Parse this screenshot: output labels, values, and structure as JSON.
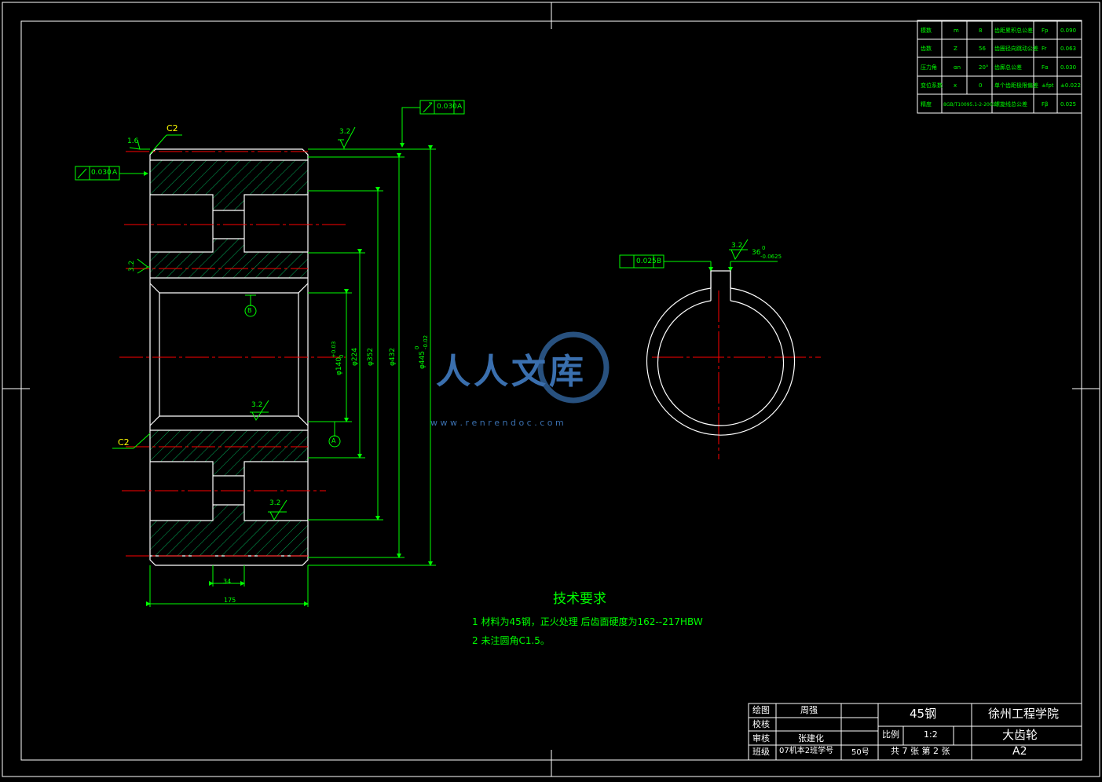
{
  "colors": {
    "background": "#000000",
    "outline": "#ffffff",
    "dimension": "#00ff00",
    "centerline": "#ff0000",
    "hatch": "#00aa55",
    "callout": "#ffff00",
    "watermark": "#4a7fb5"
  },
  "param_table": {
    "rows": [
      {
        "name": "模数",
        "sym": "m",
        "val": "8",
        "name2": "齿距累积总公差",
        "sym2": "Fp",
        "val2": "0.090"
      },
      {
        "name": "齿数",
        "sym": "Z",
        "val": "56",
        "name2": "齿圈径向跳动公差",
        "sym2": "Fr",
        "val2": "0.063"
      },
      {
        "name": "压力角",
        "sym": "αn",
        "val": "20°",
        "name2": "齿廓总公差",
        "sym2": "Fα",
        "val2": "0.030"
      },
      {
        "name": "变位系数",
        "sym": "x",
        "val": "0",
        "name2": "单个齿距极限偏差",
        "sym2": "±fpt",
        "val2": "±0.022"
      },
      {
        "name": "精度",
        "sym": "8GB/T10095.1-2-2001",
        "val": "",
        "name2": "螺旋线总公差",
        "sym2": "Fβ",
        "val2": "0.025"
      }
    ]
  },
  "labels": {
    "c2_top": "C2",
    "c2_bottom": "C2",
    "rough_16": "1.6",
    "rough_32": "3.2",
    "rough_32_side": "3.2",
    "datum_b": "B",
    "datum_a": "A",
    "tol_top_val": "0.030",
    "tol_top_ref": "A",
    "tol_left_val": "0.030",
    "tol_left_ref": "A",
    "tol_key_val": "0.025",
    "tol_key_ref": "B",
    "dim_width": "175",
    "dim_web": "34",
    "dim_d4": "φ445",
    "dim_d4_tol_up": "0",
    "dim_d4_tol_low": "-0.02",
    "dim_d3": "φ432",
    "dim_d2": "φ352",
    "dim_d1": "φ224",
    "dim_bore": "φ140",
    "dim_bore_tol_up": "+0.03",
    "dim_bore_tol_low": "0",
    "key_width": "36",
    "key_tol_up": "0",
    "key_tol_low": "-0.0625"
  },
  "watermark": {
    "text": "人人文库",
    "url": "w w w . r e n r e n d o c . c o m"
  },
  "tech": {
    "title": "技术要求",
    "line1": "1 材料为45钢，正火处理 后齿面硬度为162--217HBW",
    "line2": "2 未注圆角C1.5。"
  },
  "title_block": {
    "draw_label": "绘图",
    "draw_name": "周强",
    "check_label": "校核",
    "check_name": "",
    "review_label": "审核",
    "review_name": "张建化",
    "class_label": "班级",
    "class_name": "07机本2班学号",
    "student_no": "50号",
    "material": "45钢",
    "school": "徐州工程学院",
    "scale_label": "比例",
    "scale": "1:2",
    "part_name": "大齿轮",
    "sheet_info": "共 7 张 第 2 张",
    "sheet_size": "A2"
  }
}
